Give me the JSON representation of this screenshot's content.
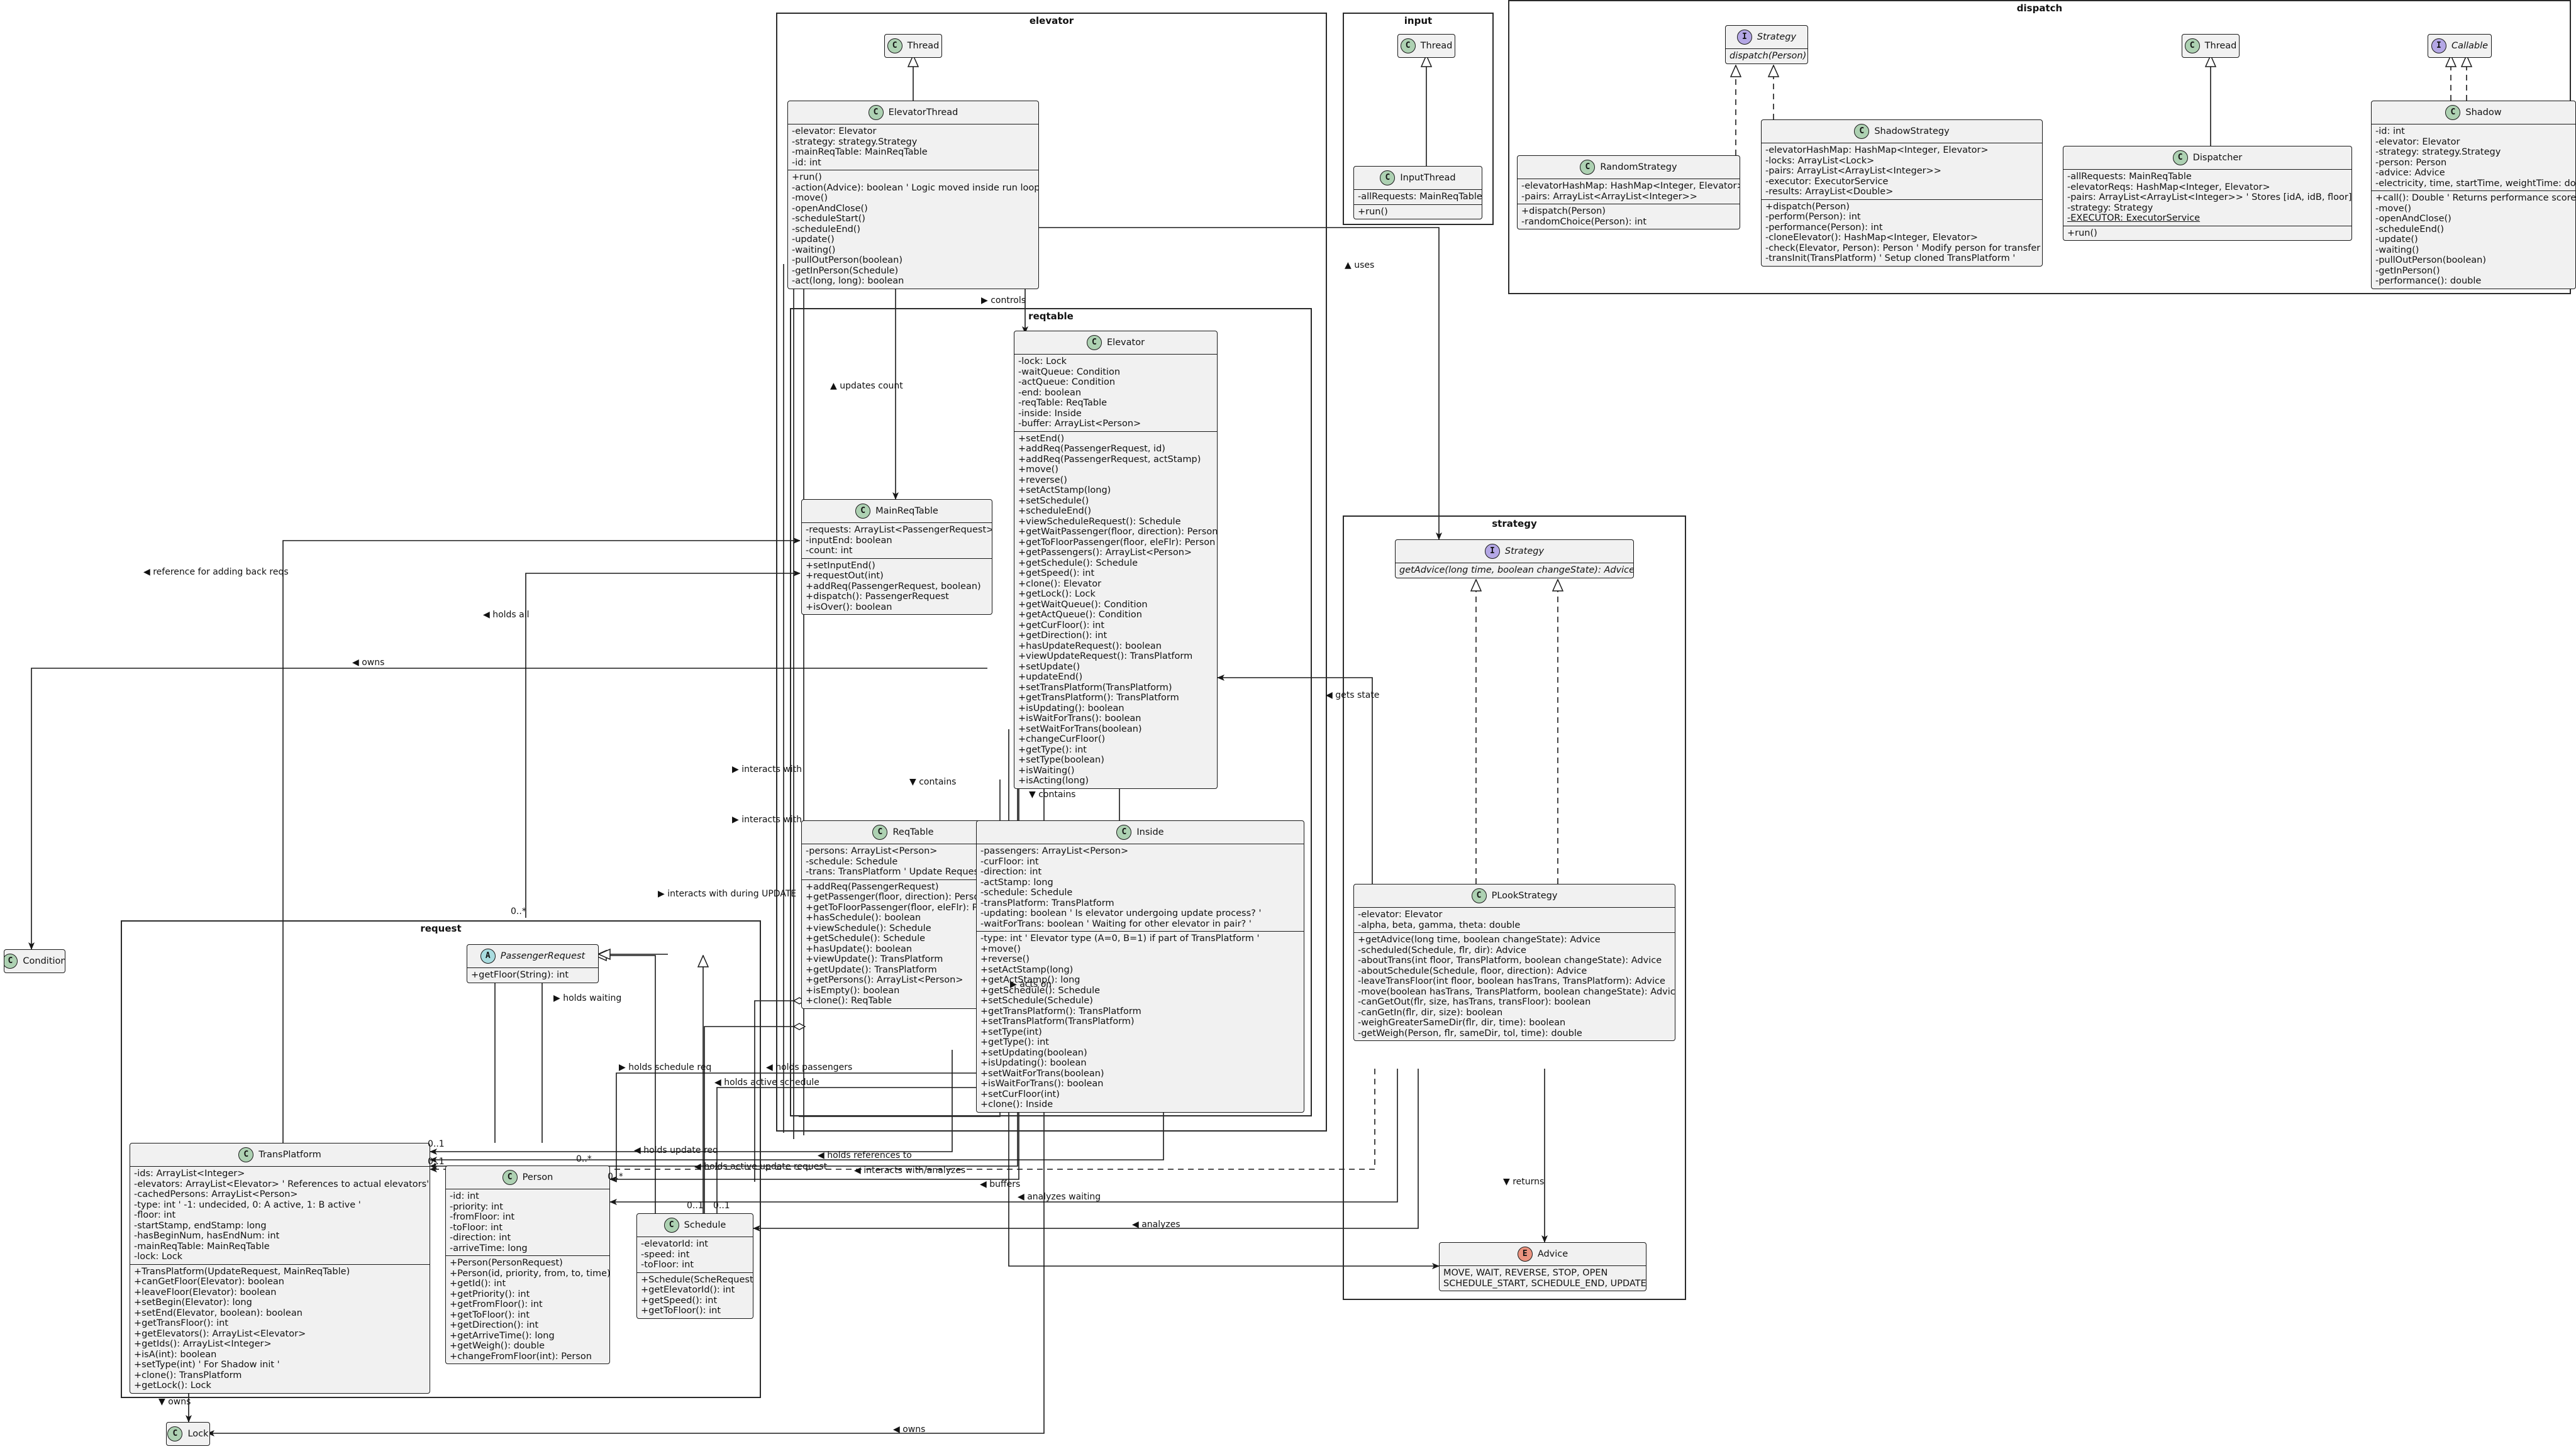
{
  "packages": {
    "elevator": "elevator",
    "input": "input",
    "dispatch": "dispatch",
    "reqtable": "reqtable",
    "strategy": "strategy",
    "request": "request"
  },
  "classes": {
    "thread_elevator": {
      "name": "Thread",
      "kind": "C",
      "fields": [],
      "methods": []
    },
    "thread_input": {
      "name": "Thread",
      "kind": "C",
      "fields": [],
      "methods": []
    },
    "thread_dispatch": {
      "name": "Thread",
      "kind": "C",
      "fields": [],
      "methods": []
    },
    "strategy_dispatch": {
      "name": "Strategy",
      "kind": "I",
      "fields": [],
      "methods": [
        "dispatch(Person)"
      ]
    },
    "callable": {
      "name": "Callable",
      "kind": "I",
      "fields": [],
      "methods": []
    },
    "elevator_thread": {
      "name": "ElevatorThread",
      "kind": "C",
      "fields": [
        "-elevator: Elevator",
        "-strategy: strategy.Strategy",
        "-mainReqTable: MainReqTable",
        "-id: int"
      ],
      "methods": [
        "+run()",
        "-action(Advice): boolean ' Logic moved inside run loop '",
        "-move()",
        "-openAndClose()",
        "-scheduleStart()",
        "-scheduleEnd()",
        "-update()",
        "-waiting()",
        "-pullOutPerson(boolean)",
        "-getInPerson(Schedule)",
        "-act(long, long): boolean"
      ]
    },
    "input_thread": {
      "name": "InputThread",
      "kind": "C",
      "fields": [
        "-allRequests: MainReqTable"
      ],
      "methods": [
        "+run()"
      ]
    },
    "random_strategy": {
      "name": "RandomStrategy",
      "kind": "C",
      "fields": [
        "-elevatorHashMap: HashMap<Integer, Elevator>",
        "-pairs: ArrayList<ArrayList<Integer>>"
      ],
      "methods": [
        "+dispatch(Person)",
        "-randomChoice(Person): int"
      ]
    },
    "shadow_strategy": {
      "name": "ShadowStrategy",
      "kind": "C",
      "fields": [
        "-elevatorHashMap: HashMap<Integer, Elevator>",
        "-locks: ArrayList<Lock>",
        "-pairs: ArrayList<ArrayList<Integer>>",
        "-executor: ExecutorService",
        "-results: ArrayList<Double>"
      ],
      "methods": [
        "+dispatch(Person)",
        "-perform(Person): int",
        "-performance(Person): int",
        "-cloneElevator(): HashMap<Integer, Elevator>",
        "-check(Elevator, Person): Person ' Modify person for transfer '",
        "-transInit(TransPlatform) ' Setup cloned TransPlatform '"
      ]
    },
    "dispatcher": {
      "name": "Dispatcher",
      "kind": "C",
      "fields": [
        "-allRequests: MainReqTable",
        "-elevatorReqs: HashMap<Integer, Elevator>",
        "-pairs: ArrayList<ArrayList<Integer>> ' Stores [idA, idB, floor] '",
        "-strategy: Strategy",
        "-EXECUTOR: ExecutorService"
      ],
      "methods": [
        "+run()"
      ]
    },
    "shadow": {
      "name": "Shadow",
      "kind": "C",
      "fields": [
        "-id: int",
        "-elevator: Elevator",
        "-strategy: strategy.Strategy",
        "-person: Person",
        "-advice: Advice",
        "-electricity, time, startTime, weightTime: double"
      ],
      "methods": [
        "+call(): Double ' Returns performance score '",
        "-move()",
        "-openAndClose()",
        "-scheduleEnd()",
        "-update()",
        "-waiting()",
        "-pullOutPerson(boolean)",
        "-getInPerson()",
        "-performance(): double"
      ]
    },
    "elevator": {
      "name": "Elevator",
      "kind": "C",
      "fields": [
        "-lock: Lock",
        "-waitQueue: Condition",
        "-actQueue: Condition",
        "-end: boolean",
        "-reqTable: ReqTable",
        "-inside: Inside",
        "-buffer: ArrayList<Person>"
      ],
      "methods": [
        "+setEnd()",
        "+addReq(PassengerRequest, id)",
        "+addReq(PassengerRequest, actStamp)",
        "+move()",
        "+reverse()",
        "+setActStamp(long)",
        "+setSchedule()",
        "+scheduleEnd()",
        "+viewScheduleRequest(): Schedule",
        "+getWaitPassenger(floor, direction): Person",
        "+getToFloorPassenger(floor, eleFlr): Person",
        "+getPassengers(): ArrayList<Person>",
        "+getSchedule(): Schedule",
        "+getSpeed(): int",
        "+clone(): Elevator",
        "+getLock(): Lock",
        "+getWaitQueue(): Condition",
        "+getActQueue(): Condition",
        "+getCurFloor(): int",
        "+getDirection(): int",
        "+hasUpdateRequest(): boolean",
        "+viewUpdateRequest(): TransPlatform",
        "+setUpdate()",
        "+updateEnd()",
        "+setTransPlatform(TransPlatform)",
        "+getTransPlatform(): TransPlatform",
        "+isUpdating(): boolean",
        "+isWaitForTrans(): boolean",
        "+setWaitForTrans(boolean)",
        "+changeCurFloor()",
        "+getType(): int",
        "+setType(boolean)",
        "+isWaiting()",
        "+isActing(long)"
      ]
    },
    "main_req_table": {
      "name": "MainReqTable",
      "kind": "C",
      "fields": [
        "-requests: ArrayList<PassengerRequest>",
        "-inputEnd: boolean",
        "-count: int"
      ],
      "methods": [
        "+setInputEnd()",
        "+requestOut(int)",
        "+addReq(PassengerRequest, boolean)",
        "+dispatch(): PassengerRequest",
        "+isOver(): boolean"
      ]
    },
    "req_table": {
      "name": "ReqTable",
      "kind": "C",
      "fields": [
        "-persons: ArrayList<Person>",
        "-schedule: Schedule",
        "-trans: TransPlatform ' Update Request '"
      ],
      "methods": [
        "+addReq(PassengerRequest)",
        "+getPassenger(floor, direction): Person",
        "+getToFloorPassenger(floor, eleFlr): Person",
        "+hasSchedule(): boolean",
        "+viewSchedule(): Schedule",
        "+getSchedule(): Schedule",
        "+hasUpdate(): boolean",
        "+viewUpdate(): TransPlatform",
        "+getUpdate(): TransPlatform",
        "+getPersons(): ArrayList<Person>",
        "+isEmpty(): boolean",
        "+clone(): ReqTable"
      ]
    },
    "inside": {
      "name": "Inside",
      "kind": "C",
      "fields": [
        "-passengers: ArrayList<Person>",
        "-curFloor: int",
        "-direction: int",
        "-actStamp: long",
        "-schedule: Schedule",
        "-transPlatform: TransPlatform",
        "-updating: boolean ' Is elevator undergoing update process? '",
        "-waitForTrans: boolean ' Waiting for other elevator in pair? '"
      ],
      "methods": [
        "-type: int ' Elevator type (A=0, B=1) if part of TransPlatform '",
        "+move()",
        "+reverse()",
        "+setActStamp(long)",
        "+getActStamp(): long",
        "+getSchedule(): Schedule",
        "+setSchedule(Schedule)",
        "+getTransPlatform(): TransPlatform",
        "+setTransPlatform(TransPlatform)",
        "+setType(int)",
        "+getType(): int",
        "+setUpdating(boolean)",
        "+isUpdating(): boolean",
        "+setWaitForTrans(boolean)",
        "+isWaitForTrans(): boolean",
        "+setCurFloor(int)",
        "+clone(): Inside"
      ]
    },
    "strategy_iface": {
      "name": "Strategy",
      "kind": "I",
      "fields": [],
      "methods": [
        "getAdvice(long time, boolean changeState): Advice"
      ]
    },
    "plook_strategy": {
      "name": "PLookStrategy",
      "kind": "C",
      "fields": [
        "-elevator: Elevator",
        "-alpha, beta, gamma, theta: double"
      ],
      "methods": [
        "+getAdvice(long time, boolean changeState): Advice",
        "-scheduled(Schedule, flr, dir): Advice",
        "-aboutTrans(int floor, TransPlatform, boolean changeState): Advice",
        "-aboutSchedule(Schedule, floor, direction): Advice",
        "-leaveTransFloor(int floor, boolean hasTrans, TransPlatform): Advice",
        "-move(boolean hasTrans, TransPlatform, boolean changeState): Advice",
        "-canGetOut(flr, size, hasTrans, transFloor): boolean",
        "-canGetIn(flr, dir, size): boolean",
        "-weighGreaterSameDir(flr, dir, time): boolean",
        "-getWeigh(Person, flr, sameDir, tol, time): double"
      ]
    },
    "advice": {
      "name": "Advice",
      "kind": "E",
      "fields": [
        "MOVE, WAIT, REVERSE, STOP, OPEN",
        "SCHEDULE_START, SCHEDULE_END, UPDATE"
      ],
      "methods": []
    },
    "passenger_request": {
      "name": "PassengerRequest",
      "kind": "A",
      "fields": [],
      "methods": [
        "+getFloor(String): int"
      ]
    },
    "trans_platform": {
      "name": "TransPlatform",
      "kind": "C",
      "fields": [
        "-ids: ArrayList<Integer>",
        "-elevators: ArrayList<Elevator> ' References to actual elevators'",
        "-cachedPersons: ArrayList<Person>",
        "-type: int ' -1: undecided, 0: A active, 1: B active '",
        "-floor: int",
        "-startStamp, endStamp: long",
        "-hasBeginNum, hasEndNum: int",
        "-mainReqTable: MainReqTable",
        "-lock: Lock"
      ],
      "methods": [
        "+TransPlatform(UpdateRequest, MainReqTable)",
        "+canGetFloor(Elevator): boolean",
        "+leaveFloor(Elevator): boolean",
        "+setBegin(Elevator): long",
        "+setEnd(Elevator, boolean): boolean",
        "+getTransFloor(): int",
        "+getElevators(): ArrayList<Elevator>",
        "+getIds(): ArrayList<Integer>",
        "+isA(int): boolean",
        "+setType(int) ' For Shadow init '",
        "+clone(): TransPlatform",
        "+getLock(): Lock"
      ]
    },
    "person": {
      "name": "Person",
      "kind": "C",
      "fields": [
        "-id: int",
        "-priority: int",
        "-fromFloor: int",
        "-toFloor: int",
        "-direction: int",
        "-arriveTime: long"
      ],
      "methods": [
        "+Person(PersonRequest)",
        "+Person(id, priority, from, to, time)",
        "+getId(): int",
        "+getPriority(): int",
        "+getFromFloor(): int",
        "+getToFloor(): int",
        "+getDirection(): int",
        "+getArriveTime(): long",
        "+getWeigh(): double",
        "+changeFromFloor(int): Person"
      ]
    },
    "schedule": {
      "name": "Schedule",
      "kind": "C",
      "fields": [
        "-elevatorId: int",
        "-speed: int",
        "-toFloor: int"
      ],
      "methods": [
        "+Schedule(ScheRequest)",
        "+getElevatorId(): int",
        "+getSpeed(): int",
        "+getToFloor(): int"
      ]
    },
    "condition": {
      "name": "Condition",
      "kind": "C",
      "fields": [],
      "methods": []
    },
    "lock": {
      "name": "Lock",
      "kind": "C",
      "fields": [],
      "methods": []
    }
  },
  "edge_labels": {
    "uses": "uses",
    "controls": "controls",
    "updates_count": "updates count",
    "reference_back": "reference for adding back reqs",
    "holds_all": "holds all",
    "owns_cond": "owns",
    "interacts_with_1": "interacts with",
    "interacts_with_2": "interacts with",
    "interacts_update": "interacts with during UPDATE",
    "contains_1": "contains",
    "contains_2": "contains",
    "gets_state": "gets state",
    "holds_waiting": "holds waiting",
    "holds_passengers": "holds passengers",
    "holds_schedule_req": "holds schedule req",
    "holds_active_schedule": "holds active schedule",
    "holds_update_req": "holds update req",
    "holds_references": "holds references to",
    "holds_active_update": "holds active update request",
    "interacts_analyzes": "interacts with/analyzes",
    "buffers": "buffers",
    "analyzes_waiting": "analyzes waiting",
    "analyzes": "analyzes",
    "returns": "returns",
    "owns_lock_1": "owns",
    "owns_lock_2": "owns",
    "acts_on": "acts on",
    "mult_0n": "0..*",
    "mult_01_a": "0..1",
    "mult_01_b": "0..1",
    "mult_0n_b": "0..*",
    "mult_0n_c": "0..*",
    "mult_01_c": "0..1",
    "mult_01_d": "0..1"
  },
  "colors": {
    "class_bg": "#f1f1f1",
    "class_badge": "#add1b2",
    "interface_badge": "#b4a7e5",
    "abstract_badge": "#a9dcdf",
    "enum_badge": "#eb937f",
    "line": "#181818"
  }
}
